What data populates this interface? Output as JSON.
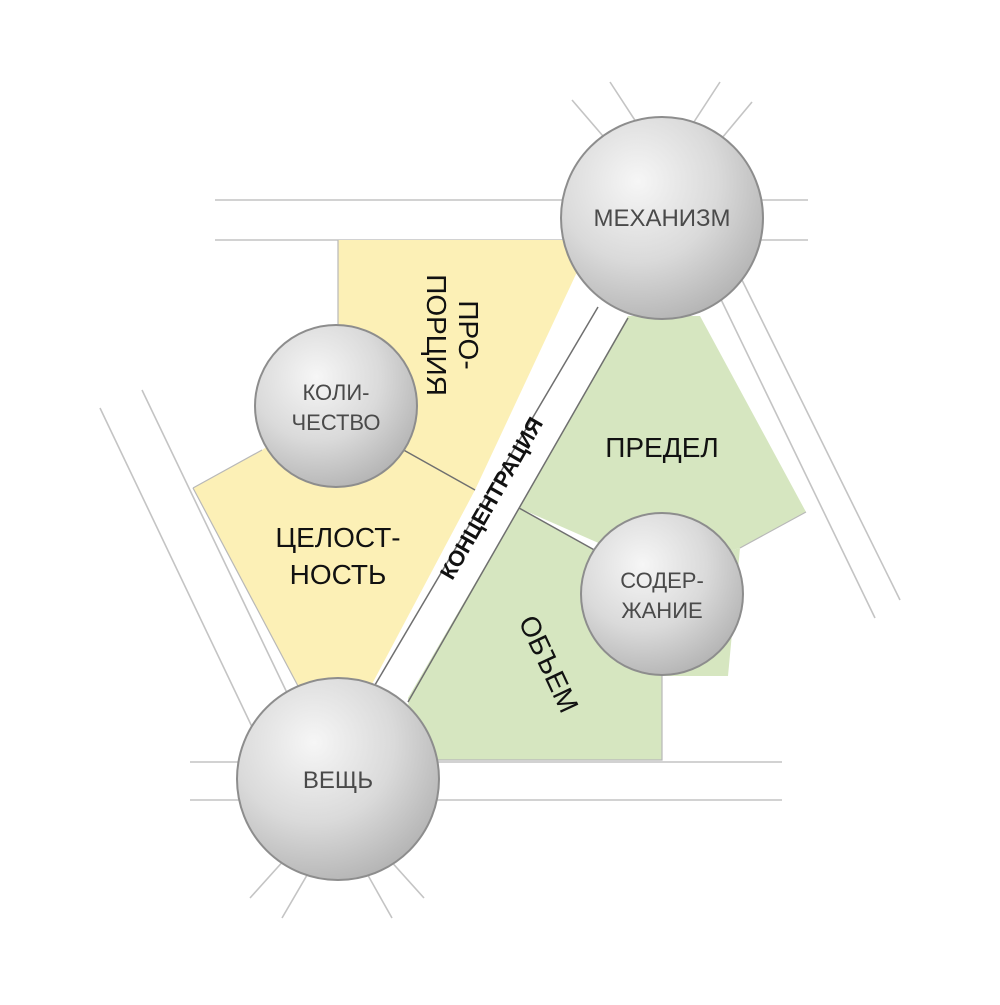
{
  "nodes": {
    "mechanism": "МЕХАНИЗМ",
    "thing": "ВЕЩЬ",
    "quantity": [
      "КОЛИ-",
      "ЧЕСТВО"
    ],
    "content": [
      "СОДЕР-",
      "ЖАНИЕ"
    ]
  },
  "regions": {
    "proportion": [
      "ПРО-",
      "ПОРЦИЯ"
    ],
    "integrity": [
      "ЦЕЛОСТ-",
      "НОСТЬ"
    ],
    "limit": "ПРЕДЕЛ",
    "volume": "ОБЪЕМ"
  },
  "axis_label": "КОНЦЕНТРАЦИЯ",
  "colors": {
    "yellow": "#fcf0b6",
    "green": "#d6e6c0",
    "line": "#b8b8b8",
    "divider": "#6f6f6f",
    "sphere_light": "#f4f4f4",
    "sphere_dark": "#b9b9b9"
  }
}
